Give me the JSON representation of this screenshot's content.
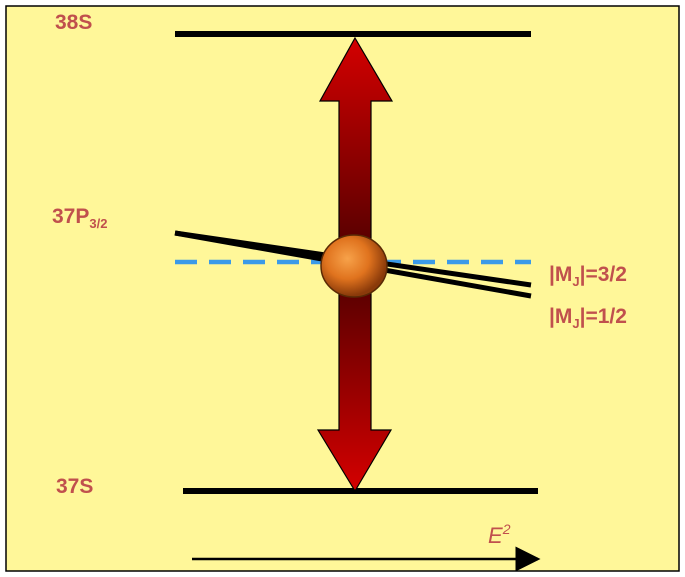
{
  "levels": {
    "upper": "38S",
    "middle": {
      "base": "37P",
      "sub": "3/2"
    },
    "lower": "37S"
  },
  "substates": {
    "mj_32": {
      "prefix": "|M",
      "sub": "J",
      "suffix": "|=3/2"
    },
    "mj_12": {
      "prefix": "|M",
      "sub": "J",
      "suffix": "|=1/2"
    }
  },
  "axis": {
    "base": "E",
    "sup": "2"
  },
  "colors": {
    "background": "#fff799",
    "label": "#c0504d",
    "arrow_dark": "#5a0000",
    "arrow_light": "#d40000",
    "dashed_line": "#3b9ae8",
    "atom": "#e0731e"
  }
}
